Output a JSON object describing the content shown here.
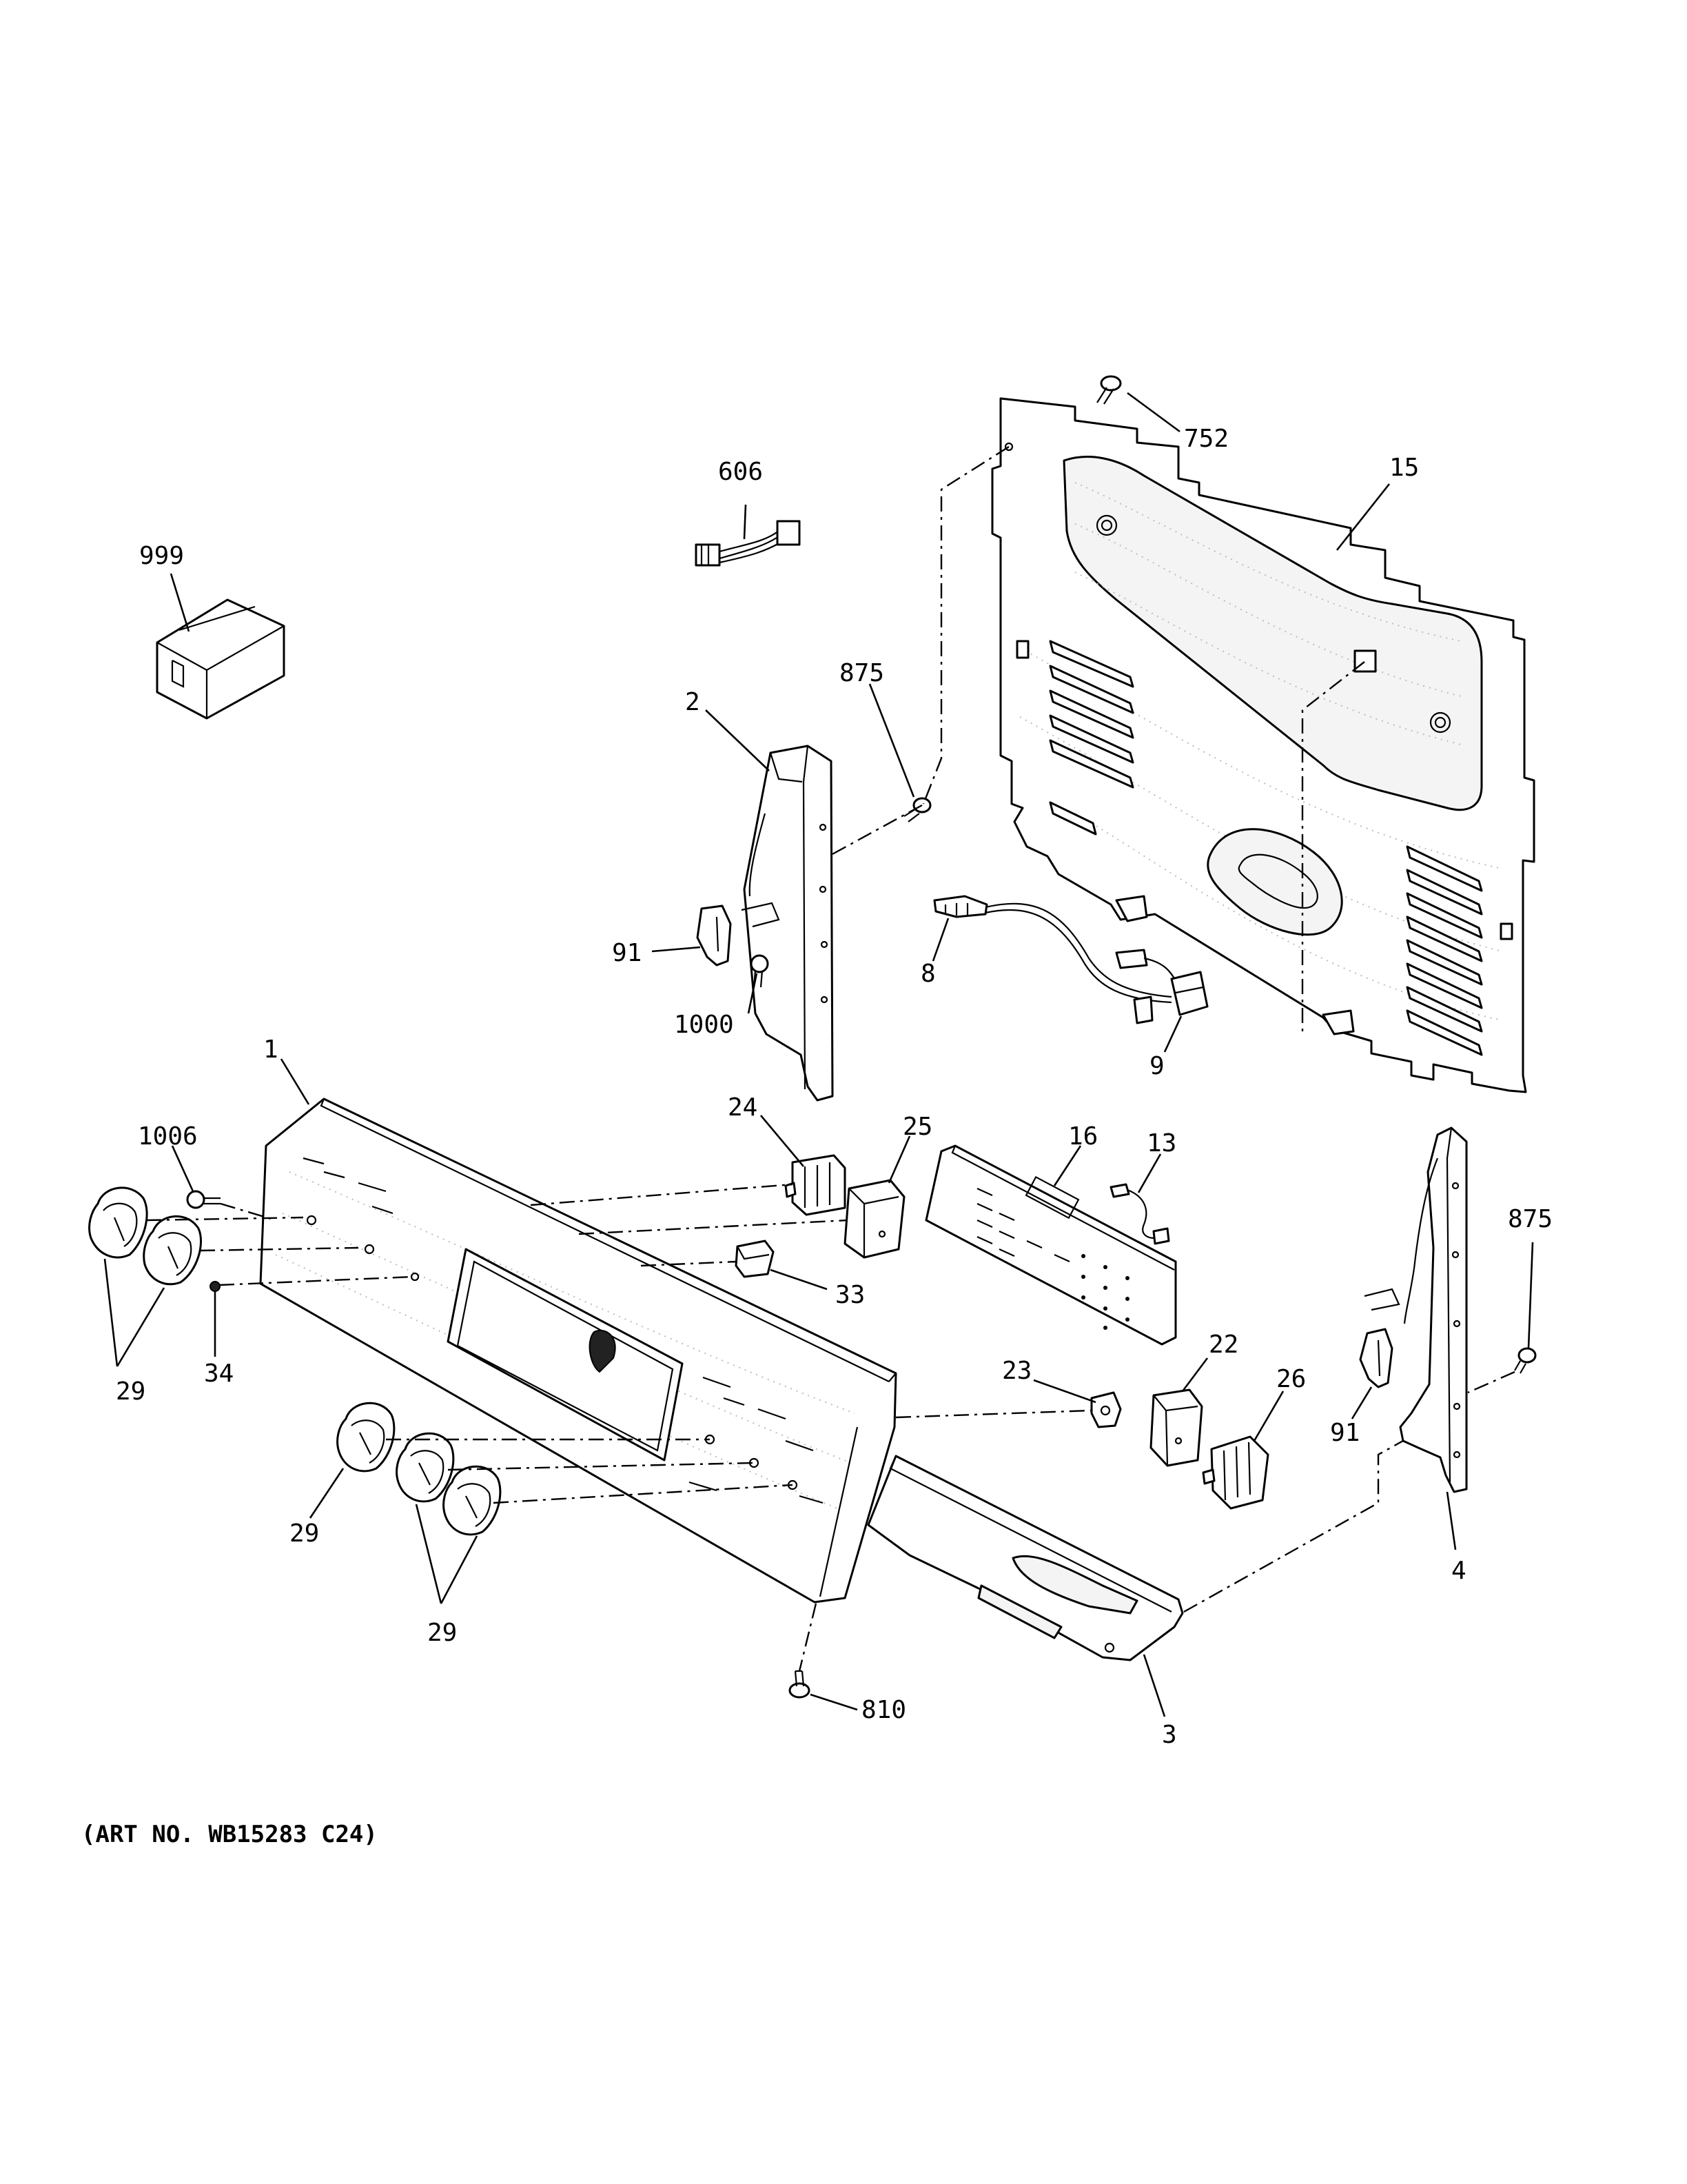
{
  "caption": "(ART NO. WB15283 C24)",
  "callouts": {
    "c999": "999",
    "c606": "606",
    "c752": "752",
    "c15": "15",
    "c875a": "875",
    "c2": "2",
    "c91a": "91",
    "c1000": "1000",
    "c8": "8",
    "c9": "9",
    "c1": "1",
    "c1006": "1006",
    "c24": "24",
    "c25": "25",
    "c16": "16",
    "c13": "13",
    "c875b": "875",
    "c33": "33",
    "c34": "34",
    "c29a": "29",
    "c22": "22",
    "c23": "23",
    "c26": "26",
    "c91b": "91",
    "c29b": "29",
    "c29c": "29",
    "c4": "4",
    "c810": "810",
    "c3": "3"
  }
}
